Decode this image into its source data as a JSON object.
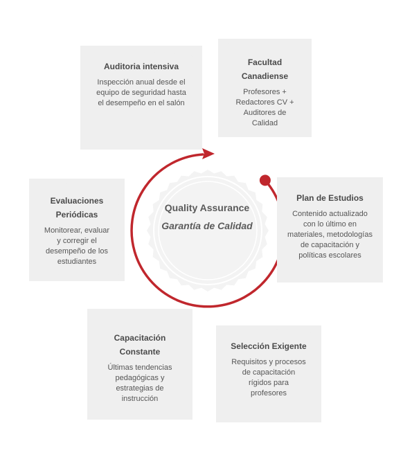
{
  "center": {
    "title": "Quality Assurance",
    "subtitle": "Garantía de Calidad"
  },
  "colors": {
    "accent": "#c0272d",
    "card_bg": "#efefef",
    "seal_bg": "#f3f3f3",
    "text": "#4a4a4a"
  },
  "cards": [
    {
      "title": "Auditoria intensiva",
      "desc": "Inspección anual desde el equipo de seguridad hasta el desempeño en el salón"
    },
    {
      "title": "Facultad Canadiense",
      "desc": "Profesores + Redactores CV + Auditores de Calidad"
    },
    {
      "title": "Plan de Estudios",
      "desc": "Contenido actualizado con lo último en materiales, metodologías de capacitación y políticas escolares"
    },
    {
      "title": "Selección Exigente",
      "desc": "Requisitos y procesos de capacitación rígidos para profesores"
    },
    {
      "title": "Capacitación Constante",
      "desc": "Últimas tendencias pedagógicas y estrategias de instrucción"
    },
    {
      "title": "Evaluaciones Periódicas",
      "desc": "Monitorear, evaluar y corregir el desempeño de los estudiantes"
    }
  ]
}
